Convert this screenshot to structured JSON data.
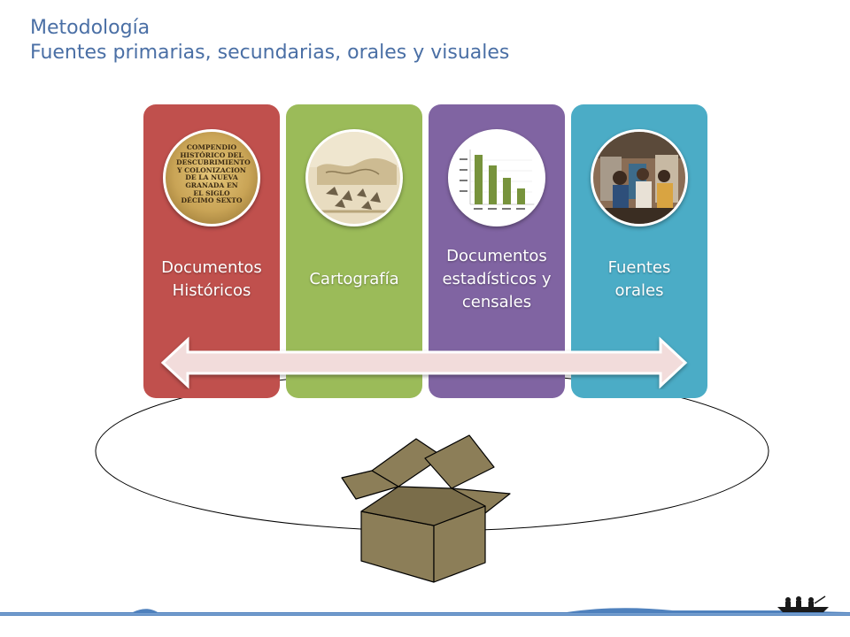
{
  "header": {
    "title": "Metodología",
    "subtitle": "Fuentes primarias, secundarias, orales y visuales"
  },
  "cards": [
    {
      "label": "Documentos\nHistóricos",
      "color": "#c0504d",
      "image_text": "COMPENDIO\nHISTÓRICO DEL\nDESCUBRIMIENTO\nY COLONIZACION\nDE LA NUEVA\nGRANADA EN\nEL SIGLO\nDÉCIMO SEXTO"
    },
    {
      "label": "Cartografía",
      "color": "#9bbb59"
    },
    {
      "label": "Documentos\nestadísticos y\ncensales",
      "color": "#8064a2"
    },
    {
      "label": "Fuentes\norales",
      "color": "#4bacc6"
    }
  ],
  "colors": {
    "title": "#4a6fa5",
    "arrow_fill": "#f2dcdb",
    "box": "#8c7e58",
    "water": "#4f81bd"
  },
  "icons": [
    "double-arrow-icon",
    "cardboard-box-icon",
    "boat-icon"
  ]
}
